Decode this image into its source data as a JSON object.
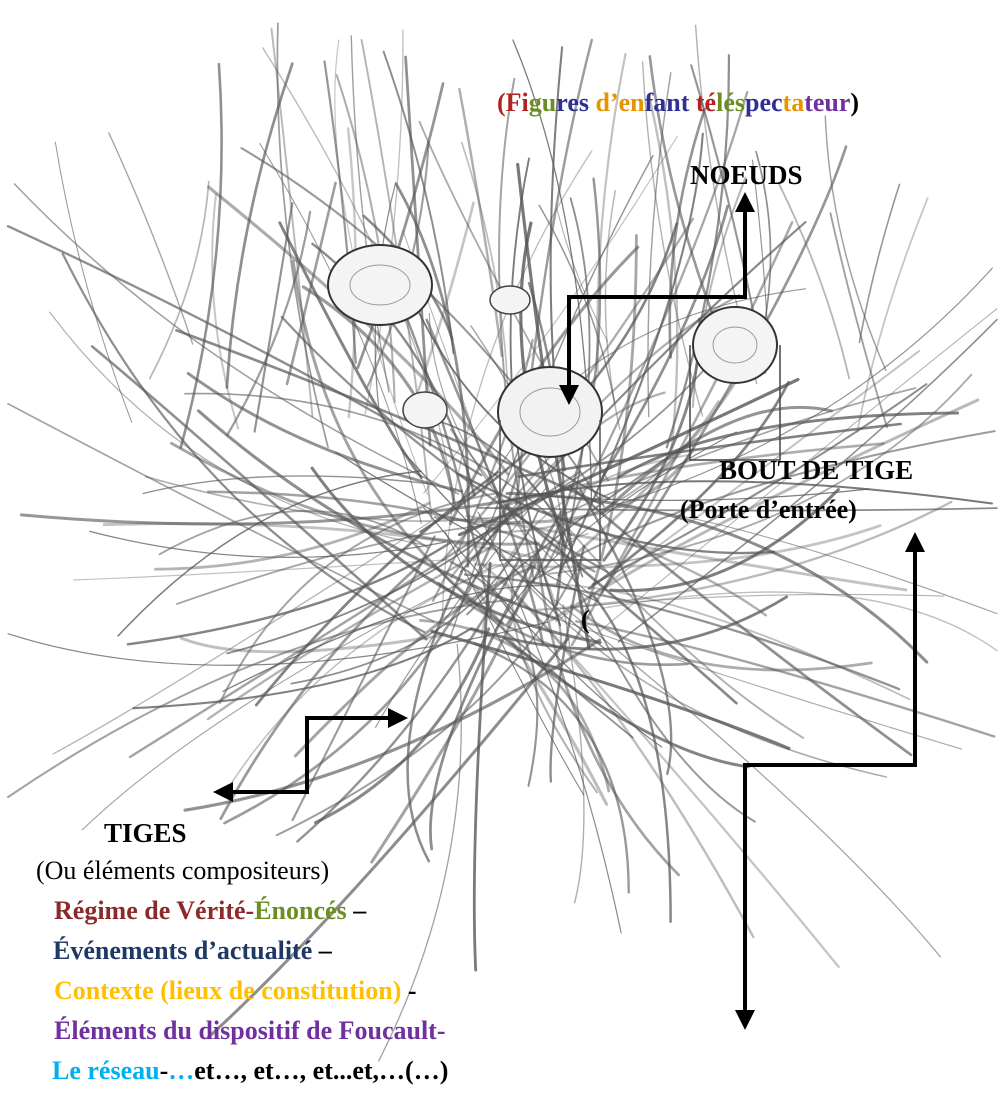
{
  "title": {
    "open": "(",
    "fig_a": "Fi",
    "fig_b": "gu",
    "fig_c": "res",
    "d_enf": "d’en",
    "fant": "fant",
    "tel_a": "té",
    "tel_b": "lés",
    "tel_c": "pec",
    "tel_d": "ta",
    "tel_e": "teur",
    "close": ")"
  },
  "labels": {
    "noeuds": "NOEUDS",
    "bout_de_tige": "BOUT DE TIGE",
    "porte_entree": "(Porte d’entrée)",
    "tiges": "TIGES",
    "tiges_sub": "(Ou éléments compositeurs)",
    "stray_paren": "("
  },
  "list": {
    "regime": "Régime de Vérité",
    "dash1": "-",
    "enonces": "Énoncés",
    "sep1": " –",
    "evenements": "Événements d’actualité",
    "sep2": " –",
    "contexte": "Contexte (lieux de constitution)",
    "sep3": " -",
    "elements": "Éléments du dispositif de Foucault",
    "dash4": "-",
    "reseau": "Le réseau",
    "dash5": "-",
    "dots": "…",
    "etc": "et…, et…, et...et,…(…)"
  },
  "colors": {
    "red": "#b22222",
    "darkred": "#8b2a2a",
    "green": "#6b8e23",
    "navy": "#1f3864",
    "gold": "#ffc000",
    "purple": "#7030a0",
    "cyan": "#00b0f0",
    "blue": "#2e3192",
    "orange": "#e69500",
    "black": "#000000"
  }
}
